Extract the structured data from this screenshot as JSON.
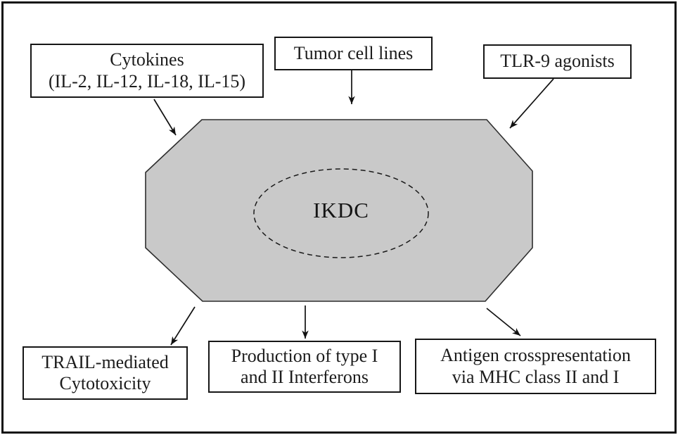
{
  "diagram": {
    "center": {
      "label": "IKDC"
    },
    "inputs": {
      "cytokines": {
        "line1": "Cytokines",
        "line2": "(IL-2, IL-12, IL-18, IL-15)"
      },
      "tumor": {
        "line1": "Tumor cell lines"
      },
      "tlr9": {
        "line1": "TLR-9 agonists"
      }
    },
    "outputs": {
      "trail": {
        "line1": "TRAIL-mediated",
        "line2": "Cytotoxicity"
      },
      "production": {
        "line1": "Production of type I",
        "line2": "and II Interferons"
      },
      "antigen": {
        "line1": "Antigen crosspresentation",
        "line2": "via MHC class II and I"
      }
    },
    "colors": {
      "octagon_fill": "#c9c9c9",
      "octagon_stroke": "#2e2e2e",
      "arrow": "#111111",
      "ellipse_stroke": "#1a1a1a"
    }
  }
}
